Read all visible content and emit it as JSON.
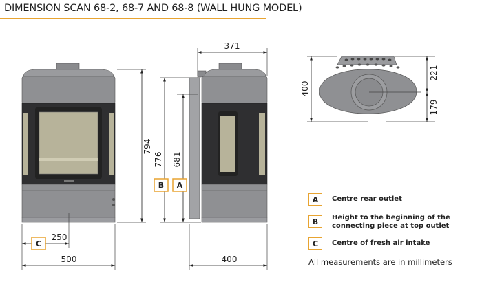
{
  "title": "DIMENSION SCAN 68-2, 68-7 AND 68-8 (WALL HUNG MODEL)",
  "colors": {
    "accent": "#e8a431",
    "stove_body": "#8f9093",
    "stove_dark": "#2f2f31",
    "window": "#b7b39a"
  },
  "dimensions": {
    "front_height": "794",
    "front_width": "500",
    "front_c_offset": "250",
    "side_top_width": "371",
    "side_height_b": "776",
    "side_height_a": "681",
    "side_depth": "400",
    "top_depth": "400",
    "top_rear_offset": "221",
    "top_front_offset": "179"
  },
  "markers": {
    "a": "A",
    "b": "B",
    "c": "C"
  },
  "legend": [
    {
      "letter": "A",
      "text": "Centre rear outlet"
    },
    {
      "letter": "B",
      "text": "Height to the beginning of the\nconnecting piece at top outlet"
    },
    {
      "letter": "C",
      "text": "Centre of fresh air intake"
    }
  ],
  "footnote": "All measurements are in millimeters"
}
